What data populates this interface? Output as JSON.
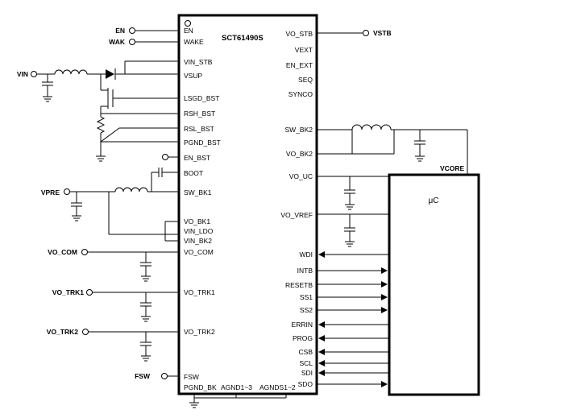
{
  "chip": {
    "name": "SCT61490S",
    "left_pins": [
      "EN",
      "WAKE",
      "VIN_STB",
      "VSUP",
      "LSGD_BST",
      "RSH_BST",
      "RSL_BST",
      "PGND_BST",
      "EN_BST",
      "BOOT",
      "SW_BK1",
      "VO_BK1",
      "VIN_LDO",
      "VIN_BK2",
      "VO_COM",
      "VO_TRK1",
      "VO_TRK2",
      "FSW"
    ],
    "right_pins": [
      "VO_STB",
      "VEXT",
      "EN_EXT",
      "SEQ",
      "SYNCO",
      "SW_BK2",
      "VO_BK2",
      "VO_UC",
      "VO_VREF",
      "WDI",
      "INTB",
      "RESETB",
      "SS1",
      "SS2",
      "ERRIN",
      "PROG",
      "CSB",
      "SCL",
      "SDI",
      "SDO"
    ],
    "bottom_pins": [
      "PGND_BK",
      "AGND1~3",
      "AGNDS1~2"
    ]
  },
  "external": {
    "en": "EN",
    "wak": "WAK",
    "vin": "VIN",
    "vpre": "VPRE",
    "vo_com": "VO_COM",
    "vo_trk1": "VO_TRK1",
    "vo_trk2": "VO_TRK2",
    "fsw": "FSW",
    "vstb": "VSTB",
    "vcore": "VCORE"
  },
  "mcu": {
    "label": "μC"
  }
}
